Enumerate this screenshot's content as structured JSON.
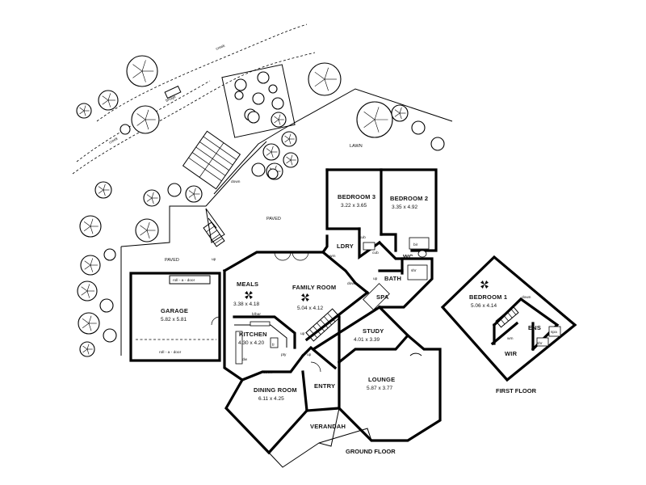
{
  "floors": {
    "ground": "GROUND FLOOR",
    "first": "FIRST FLOOR"
  },
  "site": {
    "creek_top": "creek",
    "creek_bottom": "creek",
    "bridge": "bridge",
    "lawn": "LAWN",
    "paved_top": "PAVED",
    "paved_left": "PAVED",
    "down_steps": "down",
    "up_steps": "up"
  },
  "rooms": {
    "bedroom3": {
      "name": "BEDROOM 3",
      "dims": "3.22 x 3.65"
    },
    "bedroom2": {
      "name": "BEDROOM 2",
      "dims": "3.35 x 4.92"
    },
    "ldry": {
      "name": "LDRY"
    },
    "wc": {
      "name": "WC"
    },
    "bath": {
      "name": "BATH"
    },
    "spa": {
      "name": "SPA"
    },
    "meals": {
      "name": "MEALS",
      "dims": "3.38 x 4.18"
    },
    "family": {
      "name": "FAMILY ROOM",
      "dims": "5.04 x 4.12"
    },
    "garage": {
      "name": "GARAGE",
      "dims": "5.82 x 5.81"
    },
    "kitchen": {
      "name": "KITCHEN",
      "dims": "4.30 x 4.20"
    },
    "study": {
      "name": "STUDY",
      "dims": "4.01 x 3.39"
    },
    "lounge": {
      "name": "LOUNGE",
      "dims": "5.87 x 3.77"
    },
    "dining": {
      "name": "DINING ROOM",
      "dims": "6.11 x 4.25"
    },
    "entry": {
      "name": "ENTRY"
    },
    "verandah": {
      "name": "VERANDAH"
    },
    "bedroom1": {
      "name": "BEDROOM 1",
      "dims": "5.06 x 4.14"
    },
    "ens": {
      "name": "ENS"
    },
    "wir": {
      "name": "WIR"
    }
  },
  "fixtures": {
    "roll_door_top": "roll - a - door",
    "roll_door_bottom": "roll - a - door",
    "bbar": "b/bar",
    "dw": "dw",
    "wm": "wm",
    "sub": "sub",
    "cub": "cub",
    "bir": "bir",
    "shr": "shr",
    "shr2": "shr",
    "spa_small": "spa",
    "up_stair": "up",
    "up_stair2": "up",
    "down_stair": "down",
    "down_stair_first": "down",
    "down_kitchen": "down",
    "up_paved": "up",
    "fr": "fr",
    "pty": "pty",
    "wm2": "wm"
  }
}
